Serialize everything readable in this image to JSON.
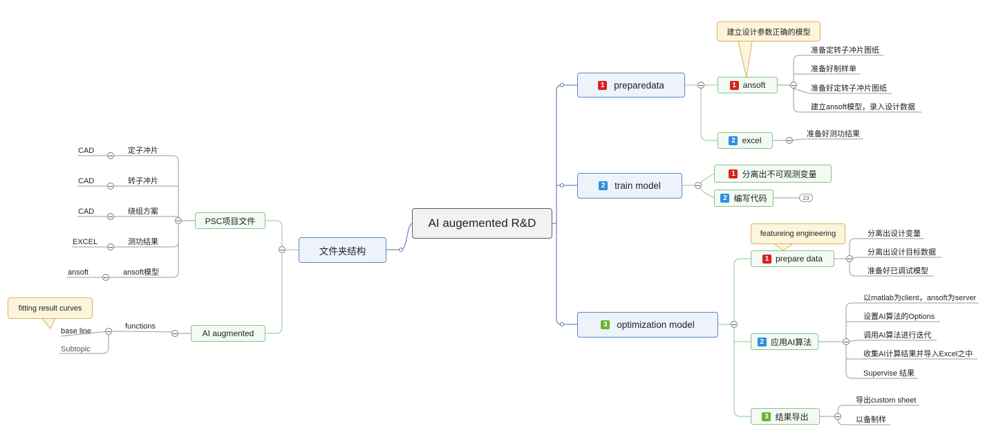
{
  "root": {
    "label": "AI augemented R&D"
  },
  "left": {
    "folder": {
      "label": "文件夹结构"
    },
    "psc": {
      "label": "PSC项目文件",
      "items": [
        {
          "left": "CAD",
          "right": "定子冲片"
        },
        {
          "left": "CAD",
          "right": "转子冲片"
        },
        {
          "left": "CAD",
          "right": "绕组方案"
        },
        {
          "left": "EXCEL",
          "right": "测功结果"
        },
        {
          "left": "ansoft",
          "right": "ansoft模型"
        }
      ]
    },
    "ai": {
      "label": "AI augmented",
      "functions": "functions",
      "baseline": "base line",
      "subtopic": "Subtopic",
      "callout": "fitting result curves"
    }
  },
  "right": {
    "preparedata": {
      "badge": "1",
      "label": "preparedata",
      "ansoft": {
        "badge": "1",
        "label": "ansoft",
        "callout": "建立设计参数正确的模型",
        "items": [
          "准备定转子冲片图纸",
          "准备好制样单",
          "准备好定转子冲片图纸",
          "建立ansoft模型，录入设计数据"
        ]
      },
      "excel": {
        "badge": "2",
        "label": "excel",
        "items": [
          "准备好测功结果"
        ]
      }
    },
    "train": {
      "badge": "2",
      "label": "train model",
      "items": [
        {
          "badge": "1",
          "label": "分离出不可观测变量"
        },
        {
          "badge": "2",
          "label": "编写代码",
          "count": "23"
        }
      ]
    },
    "optimization": {
      "badge": "3",
      "label": "optimization model",
      "prepare": {
        "badge": "1",
        "label": "prepare data",
        "callout": "featureing engineering",
        "items": [
          "分离出设计变量",
          "分离出设计目标数据",
          "准备好已调试模型"
        ]
      },
      "apply": {
        "badge": "2",
        "label": "应用AI算法",
        "items": [
          "以matlab为client，ansoft为server",
          "设置AI算法的Options",
          "调用AI算法进行迭代",
          "收集AI计算结果并导入Excel之中",
          "Supervise 结果"
        ]
      },
      "export": {
        "badge": "3",
        "label": "结果导出",
        "items": [
          "导出custom sheet",
          "以备制样"
        ]
      }
    }
  },
  "colors": {
    "main_border": "#5b86c2",
    "sub_border": "#86c18a",
    "line_blue": "#4a6fa5",
    "line_green": "#8dc68f",
    "leaf_line": "#9a9a9a",
    "callout_border": "#d7b25d"
  }
}
